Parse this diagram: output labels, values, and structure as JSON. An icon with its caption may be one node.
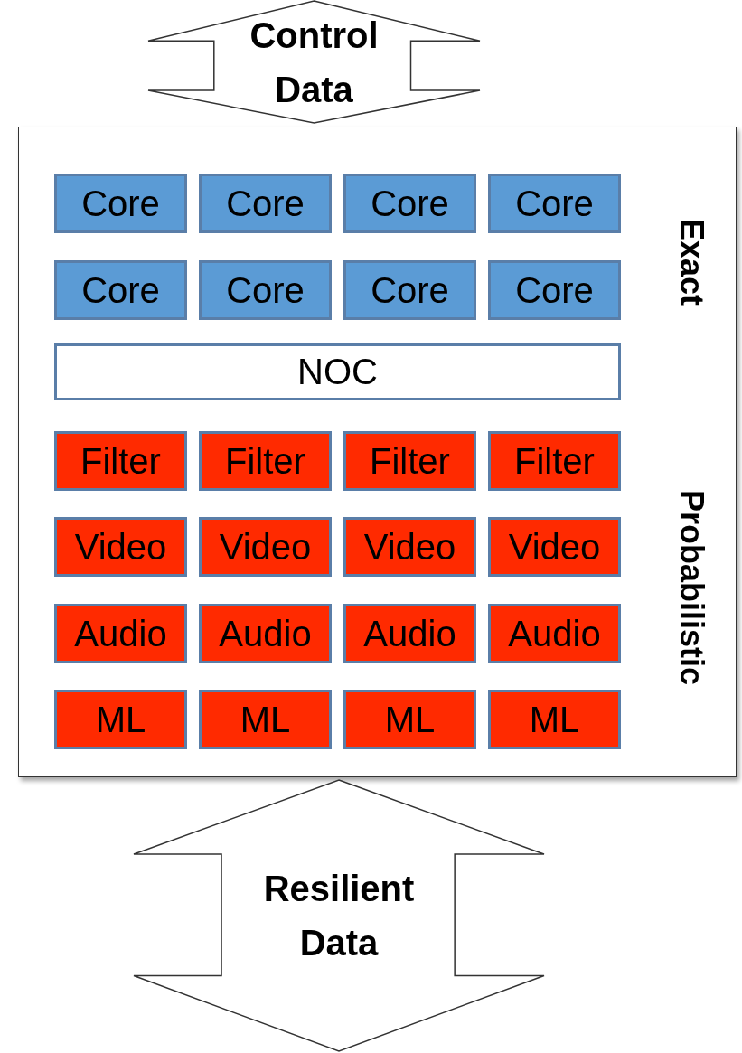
{
  "diagram": {
    "nodes": [
      {
        "text": [
          "Control Data"
        ]
      },
      {
        "text": [],
        "shape": "box"
      },
      {
        "text": [
          "Core"
        ],
        "in": 1
      },
      {
        "text": [
          "Core"
        ],
        "in": 1
      },
      {
        "text": [
          "Core"
        ],
        "in": 1
      },
      {
        "text": [
          "Core"
        ],
        "in": 1
      },
      {
        "text": [
          "Core"
        ],
        "in": 1
      },
      {
        "text": [
          "Core"
        ],
        "in": 1
      },
      {
        "text": [
          "Core"
        ],
        "in": 1
      },
      {
        "text": [
          "Core"
        ],
        "in": 1
      },
      {
        "text": [
          "NOC"
        ],
        "in": 1
      },
      {
        "text": [
          "Filter"
        ],
        "in": 1
      },
      {
        "text": [
          "Filter"
        ],
        "in": 1
      },
      {
        "text": [
          "Filter"
        ],
        "in": 1
      },
      {
        "text": [
          "Filter"
        ],
        "in": 1
      },
      {
        "text": [
          "Video"
        ],
        "in": 1
      },
      {
        "text": [
          "Video"
        ],
        "in": 1
      },
      {
        "text": [
          "Video"
        ],
        "in": 1
      },
      {
        "text": [
          "Video"
        ],
        "in": 1
      },
      {
        "text": [
          "Audio"
        ],
        "in": 1
      },
      {
        "text": [
          "Audio"
        ],
        "in": 1
      },
      {
        "text": [
          "Audio"
        ],
        "in": 1
      },
      {
        "text": [
          "Audio"
        ],
        "in": 1
      },
      {
        "text": [
          "ML"
        ],
        "in": 1
      },
      {
        "text": [
          "ML"
        ],
        "in": 1
      },
      {
        "text": [
          "ML"
        ],
        "in": 1
      },
      {
        "text": [
          "ML"
        ],
        "in": 1
      },
      {
        "text": [
          "Resilient Data"
        ]
      }
    ],
    "labels": [
      "Exact",
      "Probabilistic"
    ]
  }
}
